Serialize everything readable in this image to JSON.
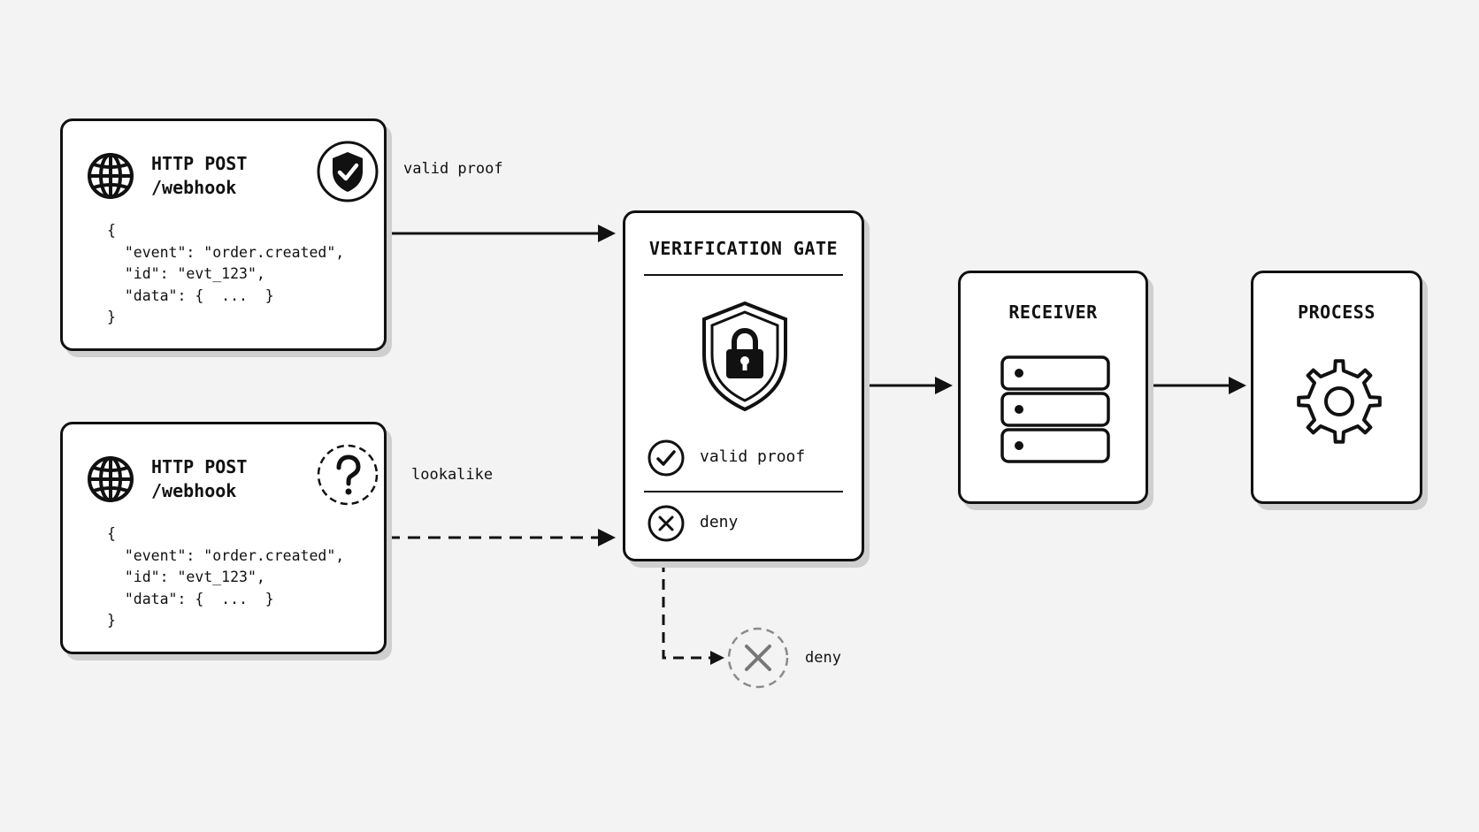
{
  "requests": [
    {
      "method": "HTTP POST",
      "path": "/webhook",
      "badge_icon": "shield-check-icon",
      "code_lines": [
        "{",
        "  \"event\": \"order.created\",",
        "  \"id\": \"evt_123\",",
        "  \"data\": {  ...  }",
        "}"
      ]
    },
    {
      "method": "HTTP POST",
      "path": "/webhook",
      "badge_icon": "question-mark-icon",
      "code_lines": [
        "{",
        "  \"event\": \"order.created\",",
        "  \"id\": \"evt_123\",",
        "  \"data\": {  ...  }",
        "}"
      ]
    }
  ],
  "edges": {
    "valid_label": "valid proof",
    "lookalike_label": "lookalike",
    "deny_label": "deny"
  },
  "gate": {
    "title": "VERIFICATION GATE",
    "icon": "shield-lock-icon",
    "options": [
      {
        "icon": "check-circle-icon",
        "label": "valid proof"
      },
      {
        "icon": "x-circle-icon",
        "label": "deny"
      }
    ]
  },
  "receiver": {
    "title": "RECEIVER",
    "icon": "server-icon"
  },
  "process": {
    "title": "PROCESS",
    "icon": "gear-icon"
  }
}
